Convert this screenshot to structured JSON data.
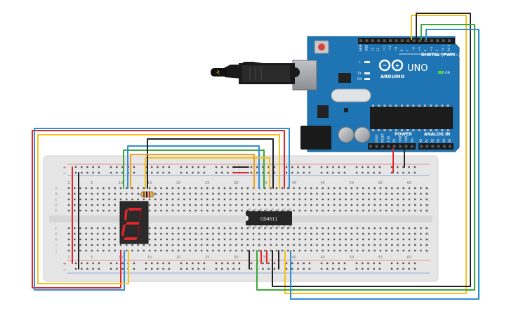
{
  "arduino": {
    "brand": "ARDUINO",
    "model": "UNO",
    "digital_label": "DIGITAL (PWM~)",
    "power_label": "POWER",
    "analog_label": "ANALOG IN",
    "on_label": "ON",
    "led_labels": [
      "L",
      "TX",
      "RX"
    ],
    "digital_pin_labels": [
      "AREF",
      "GND",
      "13",
      "12",
      "~11",
      "~10",
      "~9",
      "8",
      "7",
      "~6",
      "~5",
      "4",
      "~3",
      "2",
      "TX 1",
      "RX 0"
    ],
    "power_pin_labels": [
      "IOREF",
      "RESET",
      "3.3V",
      "5V",
      "GND",
      "GND",
      "Vin"
    ],
    "analog_pin_labels": [
      "A0",
      "A1",
      "A2",
      "A3",
      "A4",
      "A5"
    ]
  },
  "breadboard": {
    "column_numbers": [
      "1",
      "5",
      "10",
      "15",
      "20",
      "25",
      "30",
      "35",
      "40",
      "45",
      "50",
      "55",
      "60"
    ],
    "row_letters_top": [
      "A",
      "B",
      "C",
      "D",
      "E"
    ],
    "row_letters_bottom": [
      "F",
      "G",
      "H",
      "I",
      "J"
    ]
  },
  "ic": {
    "label": "CD4511"
  },
  "seven_segment": {
    "digit": "E"
  },
  "wire_colors": {
    "red": "#e0262b",
    "black": "#222222",
    "blue": "#2f8fd0",
    "green": "#3aa83a",
    "yellow": "#f5c21b",
    "orange": "#f0a020"
  }
}
